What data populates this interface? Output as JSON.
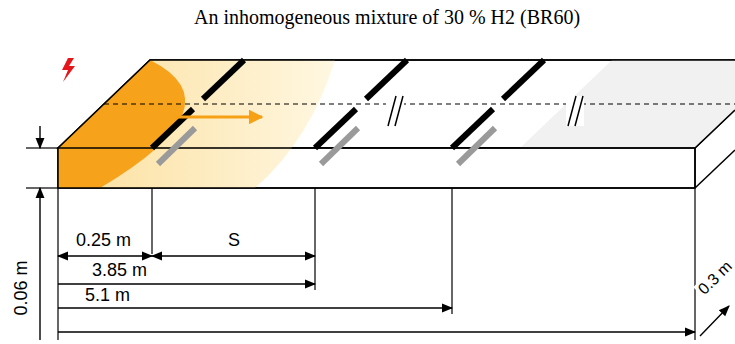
{
  "diagram": {
    "title": "An inhomogeneous mixture of 30 % H2 (BR60)",
    "labels": [
      "0.25 m",
      "S",
      "3.85 m",
      "5.1 m",
      "0.06 m",
      "0.3 m"
    ]
  }
}
